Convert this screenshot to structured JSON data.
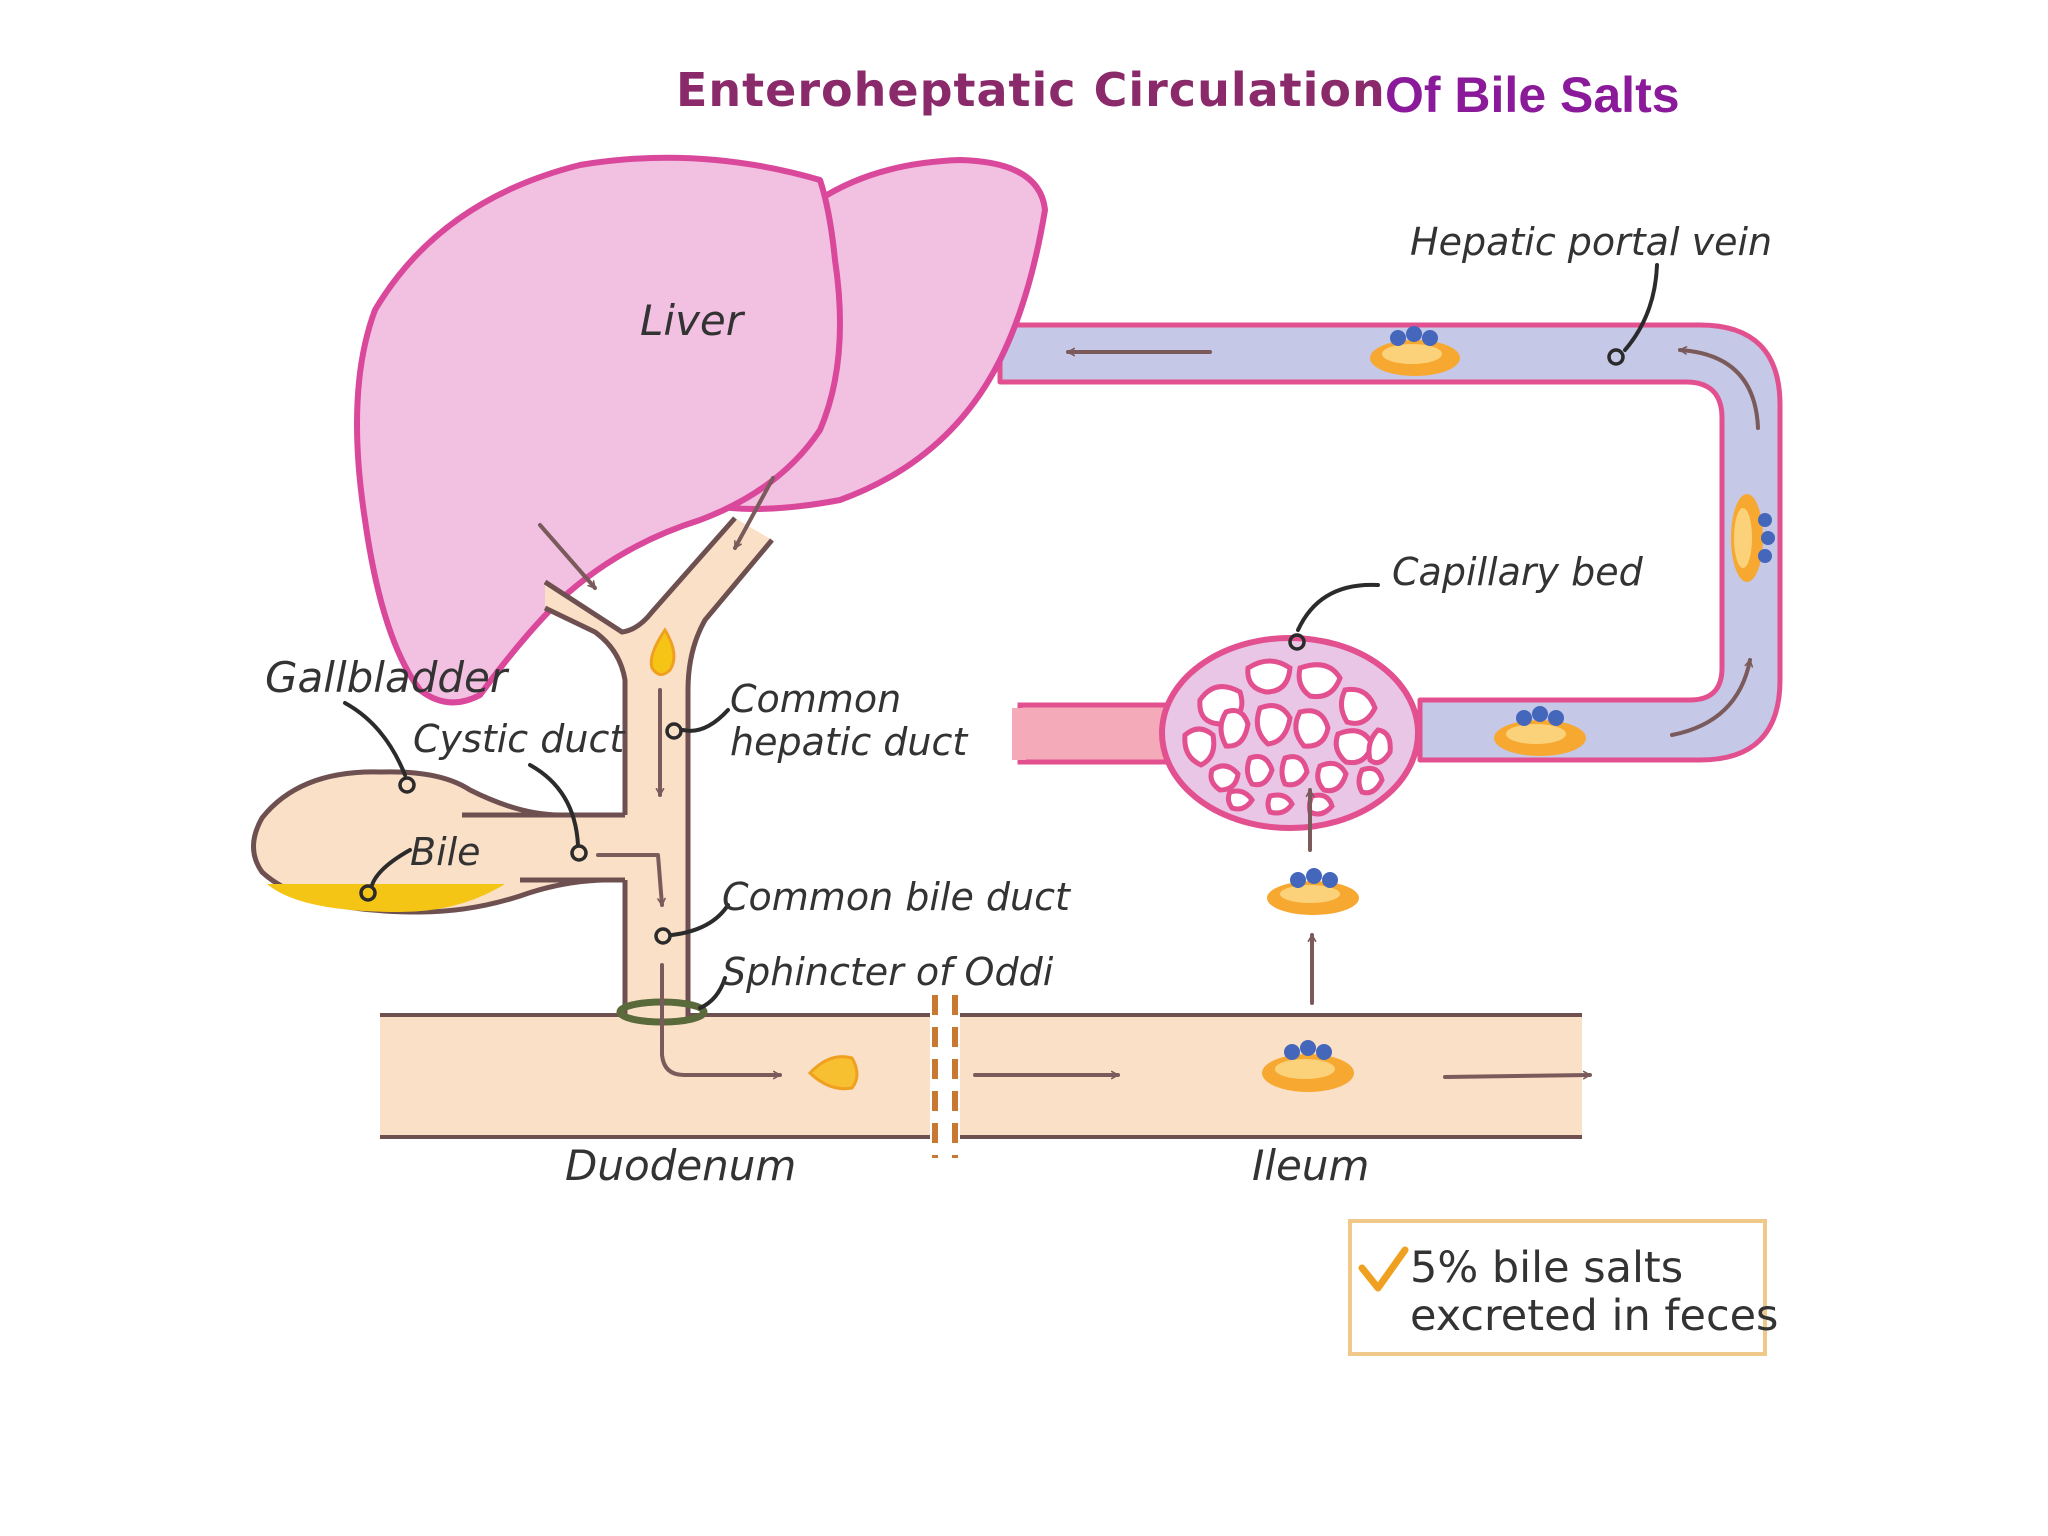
{
  "title": {
    "main": "Enteroheptatic Circulation",
    "sub": "Of Bile Salts"
  },
  "labels": {
    "liver": "Liver",
    "hepatic_portal_vein": "Hepatic portal vein",
    "capillary_bed": "Capillary bed",
    "gallbladder": "Gallbladder",
    "cystic_duct": "Cystic duct",
    "bile": "Bile",
    "common_hepatic_duct_line1": "Common",
    "common_hepatic_duct_line2": "hepatic duct",
    "common_bile_duct": "Common bile duct",
    "sphincter_of_oddi": "Sphincter of Oddi",
    "duodenum": "Duodenum",
    "ileum": "Ileum"
  },
  "note": {
    "line1": "5% bile salts",
    "line2": "excreted in feces",
    "icon": "checkmark-icon"
  },
  "colors": {
    "liver_fill": "#f2c0e0",
    "liver_stroke": "#d9489b",
    "vein_fill": "#c5c8e6",
    "vein_stroke": "#e2508f",
    "duct_fill": "#fbe0c8",
    "duct_stroke": "#6e5050",
    "bile_yellow": "#f5c515",
    "salt_orange": "#f7a830",
    "salt_blue": "#4466bb",
    "note_border": "#f0c88a",
    "check": "#f0a020"
  }
}
